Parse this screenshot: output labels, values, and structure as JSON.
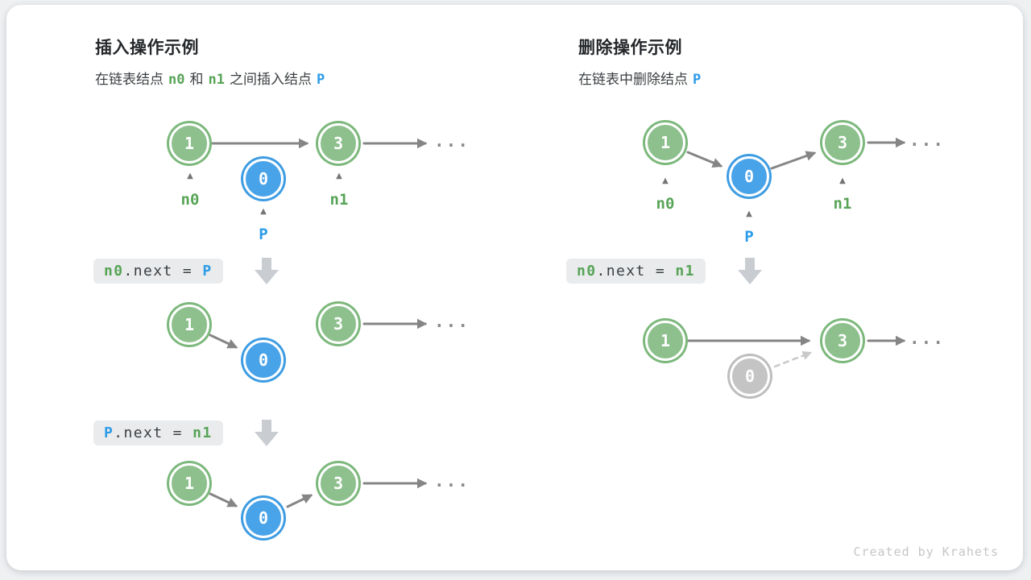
{
  "page": {
    "credit": "Created by Krahets"
  },
  "icons": {
    "caret": "▲",
    "ellipsis": "..."
  },
  "colors": {
    "node_green": "#8dc08d",
    "node_blue": "#49a3e8",
    "node_gray": "#c4c4c4",
    "token_green": "#57a457",
    "token_blue": "#2b9be8",
    "arrow_gray": "#858585",
    "codebox_bg": "#e9ebec"
  },
  "nodes": {
    "one": "1",
    "three": "3",
    "zero": "0"
  },
  "labels": {
    "n0": "n0",
    "n1": "n1",
    "p": "P"
  },
  "left": {
    "title": "插入操作示例",
    "subtitle": {
      "t1": "在链表结点",
      "n0": "n0",
      "t2": "和",
      "n1": "n1",
      "t3": "之间插入结点",
      "p": "P"
    },
    "code1": {
      "lhs": "n0",
      "mid": ".next = ",
      "rhs": "P"
    },
    "code2": {
      "lhs": "P",
      "mid": ".next = ",
      "rhs": "n1"
    }
  },
  "right": {
    "title": "删除操作示例",
    "subtitle": {
      "t1": "在链表中删除结点",
      "p": "P"
    },
    "code1": {
      "lhs": "n0",
      "mid": ".next = ",
      "rhs": "n1"
    }
  }
}
